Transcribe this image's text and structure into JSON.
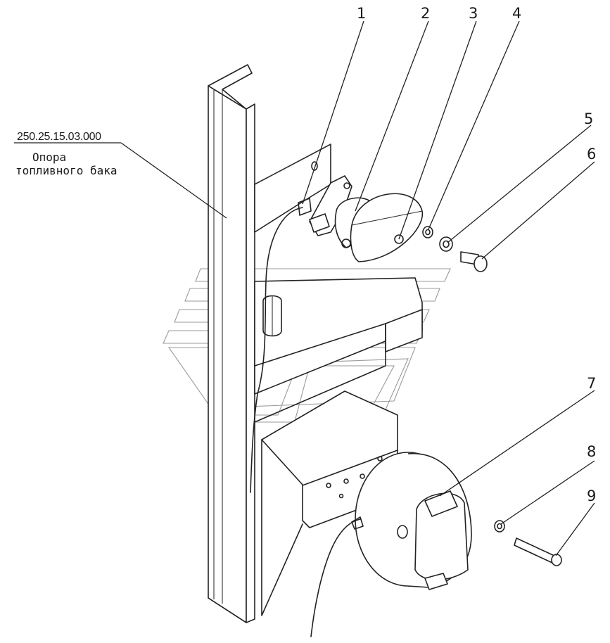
{
  "reference_part": {
    "code": "250.25.15.03.000",
    "name_line1": "Опора",
    "name_line2": "топливного бака"
  },
  "callouts": [
    "1",
    "2",
    "3",
    "4",
    "5",
    "6",
    "7",
    "8",
    "9"
  ]
}
